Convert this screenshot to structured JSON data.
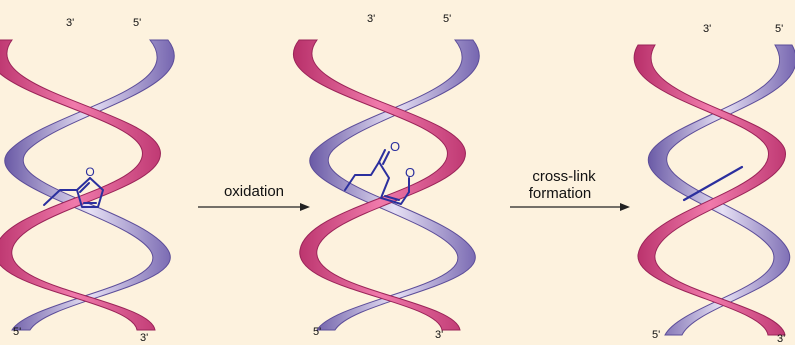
{
  "colors": {
    "background": "#fdf2de",
    "pink_strand": "#e0528e",
    "pink_strand_dark": "#b8306a",
    "purple_strand": "#8e7fc4",
    "purple_strand_dark": "#6a5aa6",
    "molecule": "#2b2f9e"
  },
  "panels": [
    {
      "end_labels": {
        "top_left": "3'",
        "top_right": "5'",
        "bottom_left": "5'",
        "bottom_right": "3'"
      },
      "molecule": "furan-modified nucleoside"
    },
    {
      "end_labels": {
        "top_left": "3'",
        "top_right": "5'",
        "bottom_left": "5'",
        "bottom_right": "3'"
      },
      "molecule": "oxidized keto-enal"
    },
    {
      "end_labels": {
        "top_left": "3'",
        "top_right": "5'",
        "bottom_left": "5'",
        "bottom_right": "3'"
      },
      "molecule": "interstrand cross-link"
    }
  ],
  "arrows": [
    {
      "label_lines": [
        "oxidation"
      ]
    },
    {
      "label_lines": [
        "cross-link",
        "formation"
      ]
    }
  ]
}
